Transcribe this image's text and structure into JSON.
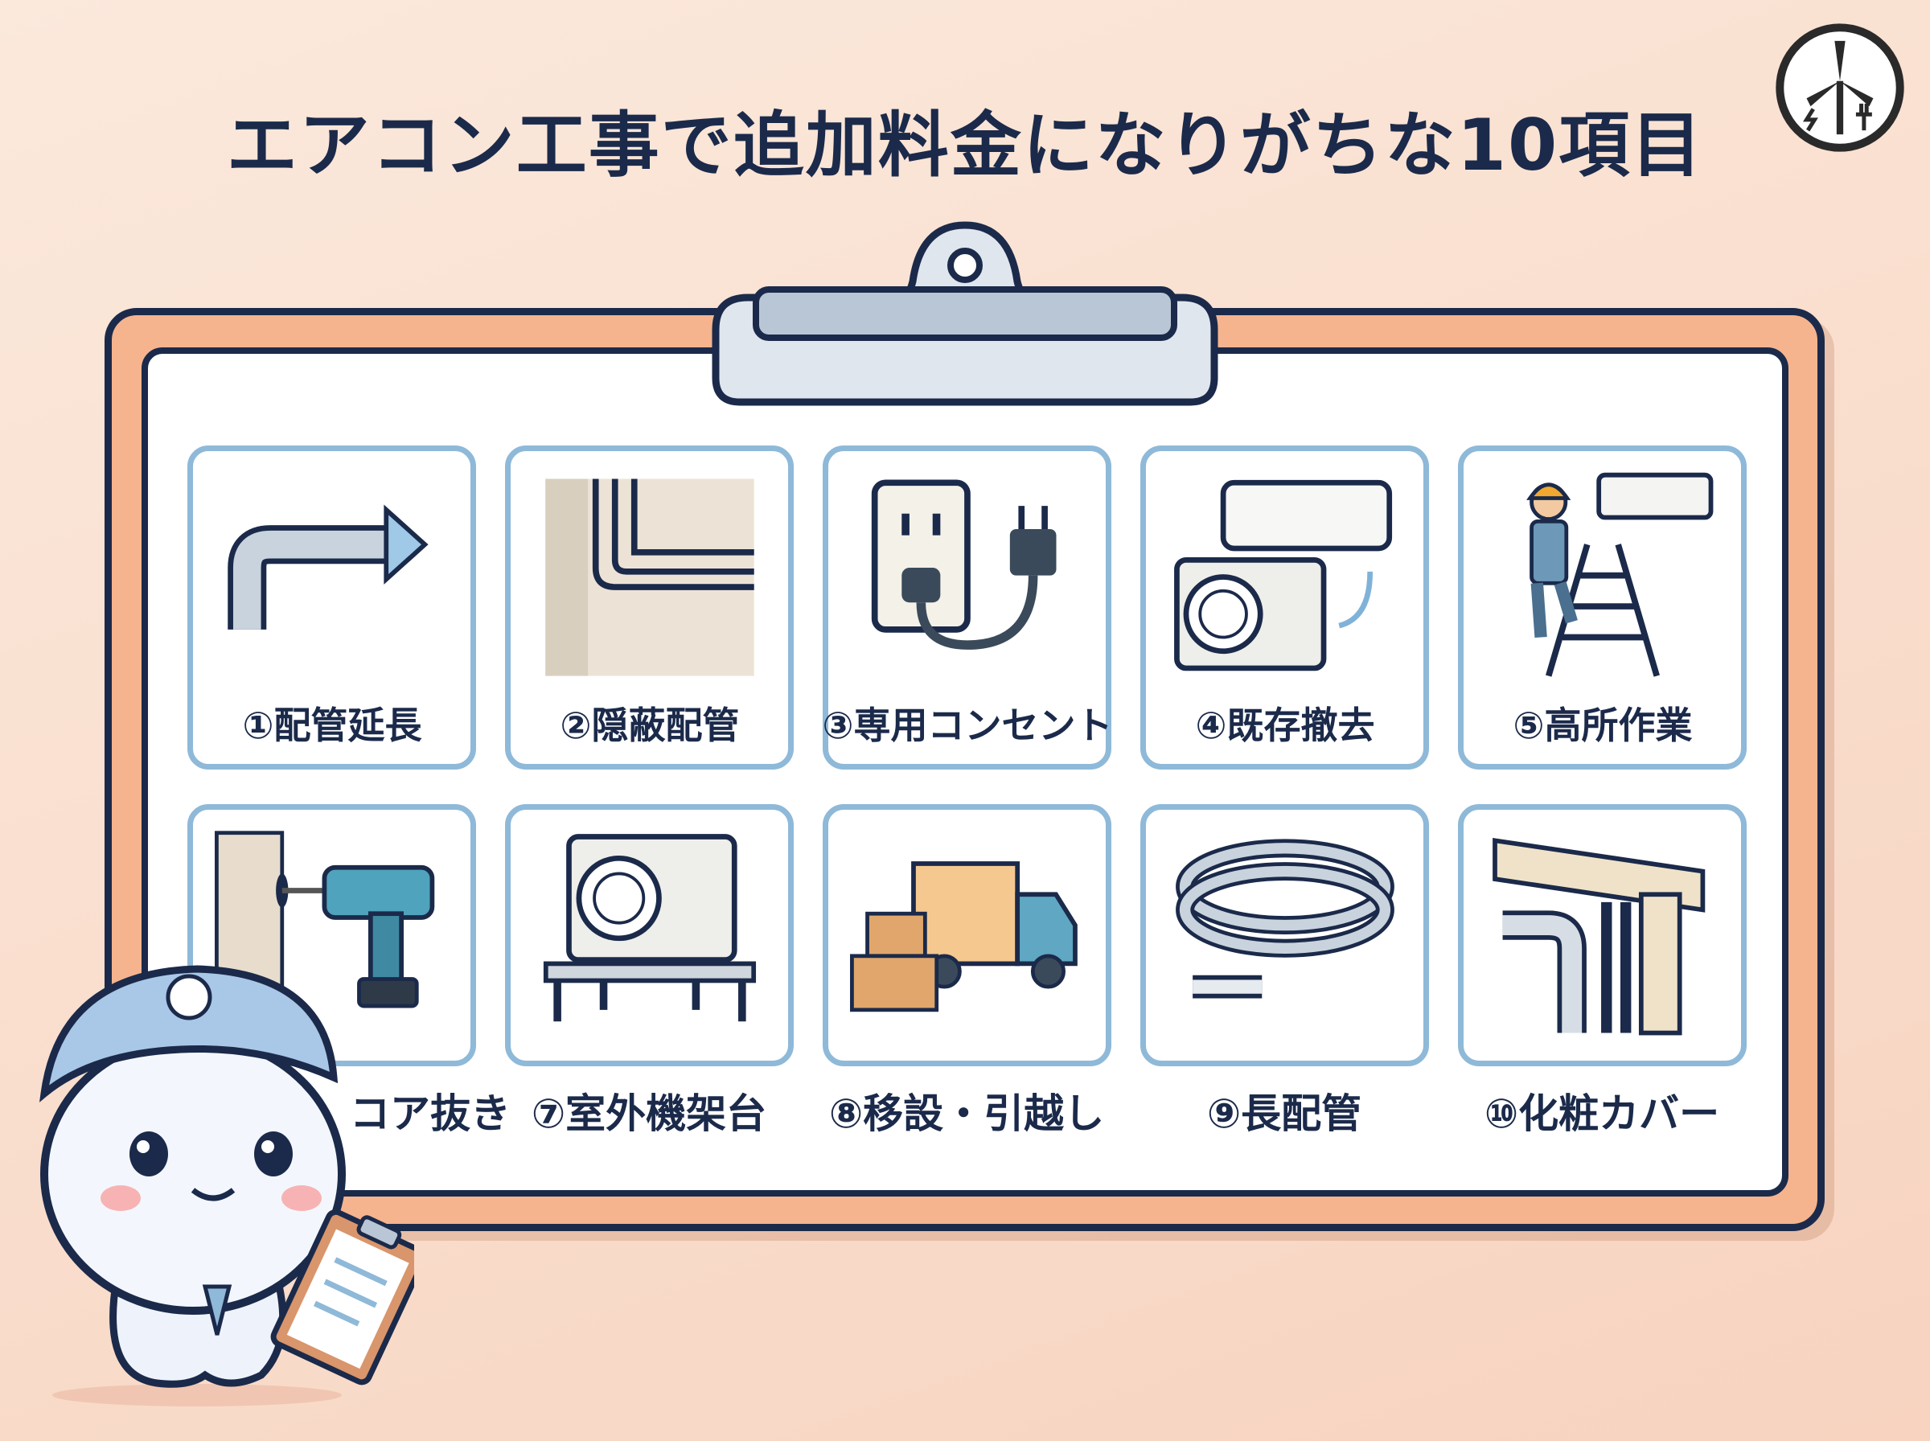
{
  "title": "エアコン工事で追加料金になりがちな10項目",
  "logo_icon": "wind-turbine-plug-icon",
  "colors": {
    "board": "#f5b48e",
    "outline": "#1b2a4a",
    "card_border": "#8fb9d8",
    "background": "#fbe9dc"
  },
  "items": [
    {
      "label": "①配管延長",
      "icon": "pipe-extension-icon"
    },
    {
      "label": "②隠蔽配管",
      "icon": "concealed-pipe-icon"
    },
    {
      "label": "③専用コンセント",
      "icon": "outlet-plug-icon"
    },
    {
      "label": "④既存撤去",
      "icon": "ac-removal-icon"
    },
    {
      "label": "⑤高所作業",
      "icon": "ladder-worker-icon"
    },
    {
      "label": "コア抜き",
      "icon": "drill-icon"
    },
    {
      "label": "⑦室外機架台",
      "icon": "outdoor-unit-stand-icon"
    },
    {
      "label": "⑧移設・引越し",
      "icon": "moving-truck-icon"
    },
    {
      "label": "⑨長配管",
      "icon": "coiled-pipe-icon"
    },
    {
      "label": "⑩化粧カバー",
      "icon": "pipe-cover-icon"
    }
  ]
}
